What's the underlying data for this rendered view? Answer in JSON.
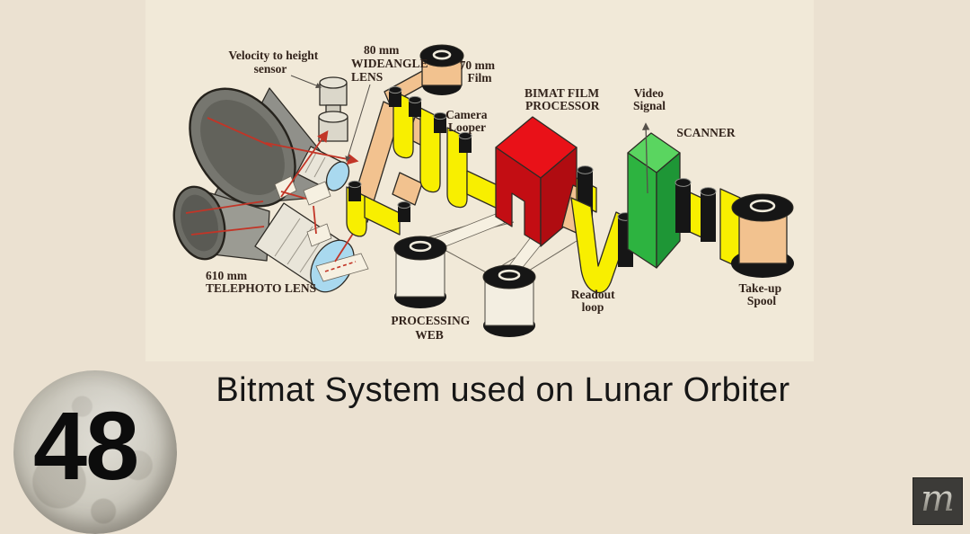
{
  "slide": {
    "caption": "Bitmat System used on Lunar Orbiter",
    "slide_number": "48",
    "logo_letter": "m"
  },
  "diagram": {
    "labels": {
      "velocity_sensor": [
        "Velocity to height",
        "sensor"
      ],
      "wideangle_lens": [
        "80 mm",
        "WIDEANGLE",
        "LENS"
      ],
      "film_70mm": [
        "70 mm",
        "Film"
      ],
      "camera_looper": [
        "Camera",
        "Looper"
      ],
      "bimat_processor": [
        "BIMAT FILM",
        "PROCESSOR"
      ],
      "video_signal": [
        "Video",
        "Signal"
      ],
      "scanner": [
        "SCANNER"
      ],
      "telephoto_lens": [
        "610 mm",
        "TELEPHOTO LENS"
      ],
      "processing_web": [
        "PROCESSING",
        "WEB"
      ],
      "readout_loop": [
        "Readout",
        "loop"
      ],
      "takeup_spool": [
        "Take-up",
        "Spool"
      ]
    }
  },
  "colors": {
    "background": "#ebe1d1",
    "paper": "#f1e9d8",
    "film_yellow": "#f8ef00",
    "film_tan": "#f2c28f",
    "processor_red": "#e91118",
    "processor_red_dark": "#c30d13",
    "processor_red_side": "#b00c11",
    "scanner_green": "#2db340",
    "scanner_green_light": "#5ad560",
    "scanner_green_dark": "#1e9636",
    "lens_blue": "#a9d9ef",
    "roller_black": "#161616",
    "arrow_red": "#c23527",
    "label_color": "#32231b",
    "caption_color": "#161616",
    "logo_bg": "#3c3b38"
  }
}
